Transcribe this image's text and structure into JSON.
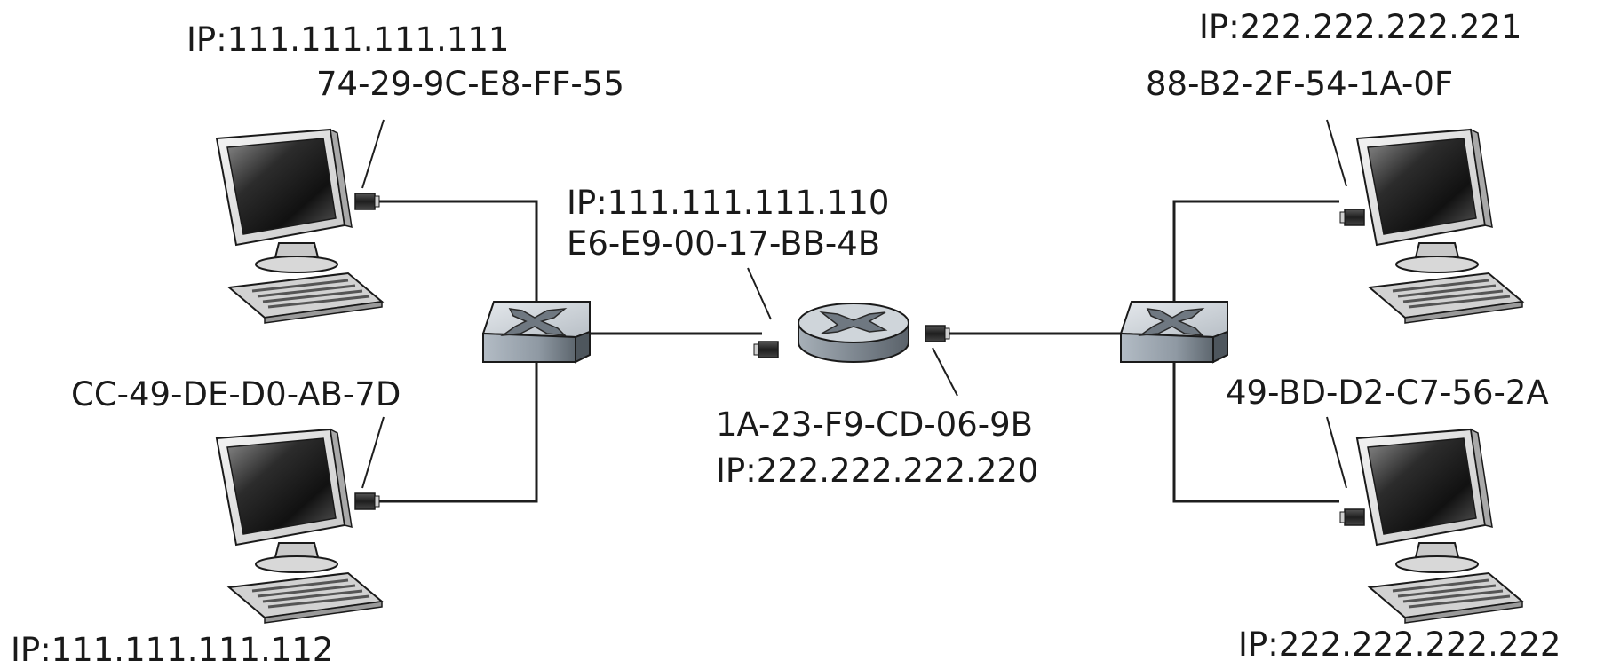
{
  "host_top_left": {
    "ip": "IP:111.111.111.111",
    "mac": "74-29-9C-E8-FF-55"
  },
  "host_bottom_left": {
    "ip": "IP:111.111.111.112",
    "mac": "CC-49-DE-D0-AB-7D"
  },
  "router_left_iface": {
    "ip": "IP:111.111.111.110",
    "mac": "E6-E9-00-17-BB-4B"
  },
  "router_right_iface": {
    "ip": "IP:222.222.222.220",
    "mac": "1A-23-F9-CD-06-9B"
  },
  "host_top_right": {
    "ip": "IP:222.222.222.221",
    "mac": "88-B2-2F-54-1A-0F"
  },
  "host_bottom_right": {
    "ip": "IP:222.222.222.222",
    "mac": "49-BD-D2-C7-56-2A"
  }
}
